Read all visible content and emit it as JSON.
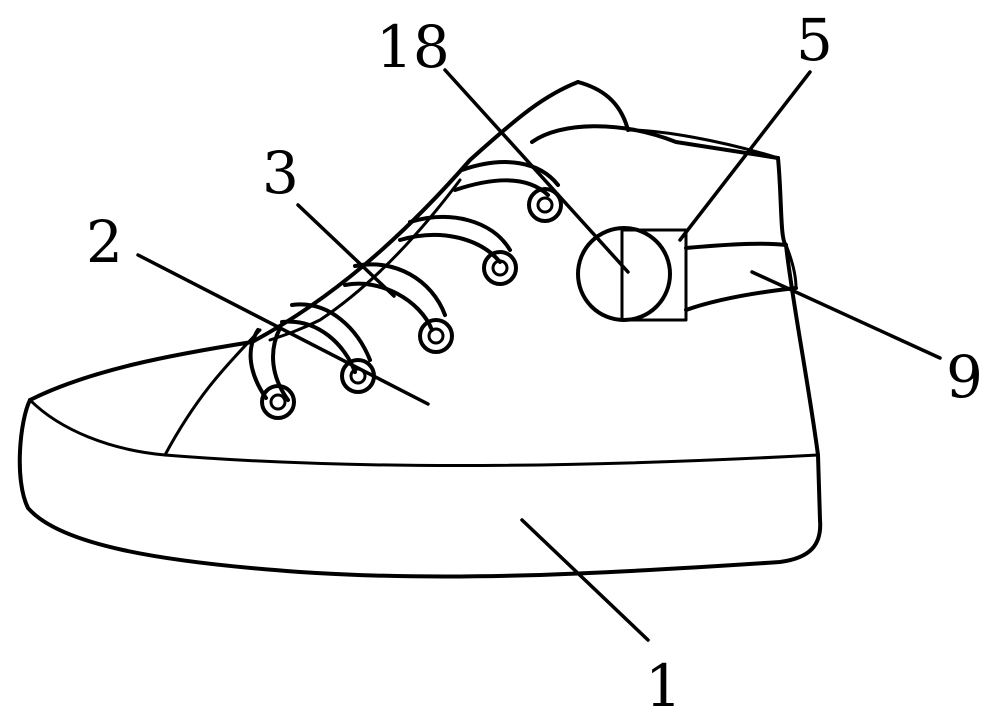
{
  "diagram": {
    "labels": {
      "sole": "1",
      "upper": "2",
      "lace": "3",
      "round_part": "5",
      "strap": "9",
      "eyelet": "18"
    }
  }
}
